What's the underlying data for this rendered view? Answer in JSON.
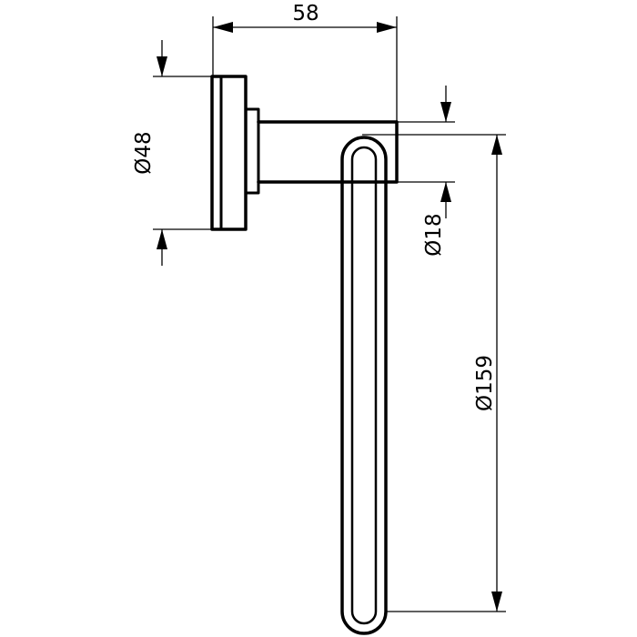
{
  "dimensions": {
    "width": "58",
    "mount_diameter": "Ø48",
    "bar_diameter": "Ø18",
    "ring_diameter": "Ø159"
  },
  "colors": {
    "line": "#000000",
    "background": "#ffffff"
  }
}
